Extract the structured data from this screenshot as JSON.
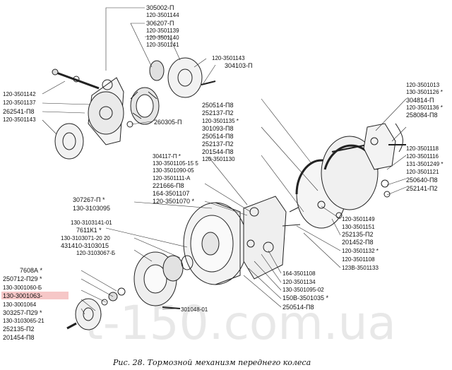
{
  "caption": "Рис. 28. Тормозной механизм переднего колеса",
  "watermark": "t-150.com.ua",
  "highlight_color": "#f6c7c7",
  "callouts": {
    "c1": "305002-П",
    "c2": "120-3501144",
    "c3": "306207-П",
    "c4": "120-3501139",
    "c5": "120-3501140",
    "c6": "120-3501141",
    "c7": "120-3501143",
    "c8": "304103-П",
    "c9": "120-3501142",
    "c10": "120-3501137",
    "c11": "262541-П8",
    "c12": "120-3501143",
    "c13": "260305-П",
    "c14": "250514-П8",
    "c15": "252137-П2",
    "c16": "120-3501135 *",
    "c17": "301093-П8",
    "c18": "250514-П8",
    "c19": "252137-П2",
    "c20": "201544-П8",
    "c21": "120-3501130",
    "c22": "120-3501013",
    "c23": "130-3501126 *",
    "c24": "304814-П",
    "c25": "120-3501136 *",
    "c26": "258084-П8",
    "c27": "120-3501118",
    "c28": "120-3501116",
    "c29": "131-3501249 *",
    "c30": "120-3501121",
    "c31": "250640-П8",
    "c32": "252141-П2",
    "c33": "304117-П *",
    "c34": "130-3501105-15 5",
    "c35": "130-3501090-05",
    "c36": "120-3501111-А",
    "c37": "221666-П8",
    "c38": "164-3501107",
    "c39": "120-3501070 *",
    "c40": "307267-П *",
    "c41": "130-3103095",
    "c42": "130-3103141-01",
    "c43": "7611К1 *",
    "c44": "130-3103071-20 20",
    "c45": "431410-3103015",
    "c46": "120-3103067-Б",
    "c47": "7608А *",
    "c48": "250712-П29 *",
    "c49": "130-3001060-Б",
    "c50": "130-3001063-",
    "c51": "130-3001064",
    "c52": "303257-П29 *",
    "c53": "130-3103065-21",
    "c54": "252135-П2",
    "c55": "201454-П8",
    "c56": "301048-01",
    "c57": "120-3501149",
    "c58": "130-3501151",
    "c59": "252135-П2",
    "c60": "201452-П8",
    "c61": "120-3501132 *",
    "c62": "120-3501108",
    "c63": "123В-3501133",
    "c64": "164-3501108",
    "c65": "120-3501134",
    "c66": "130-3501095-02",
    "c67": "150В-3501035 *",
    "c68": "250514-П8"
  }
}
